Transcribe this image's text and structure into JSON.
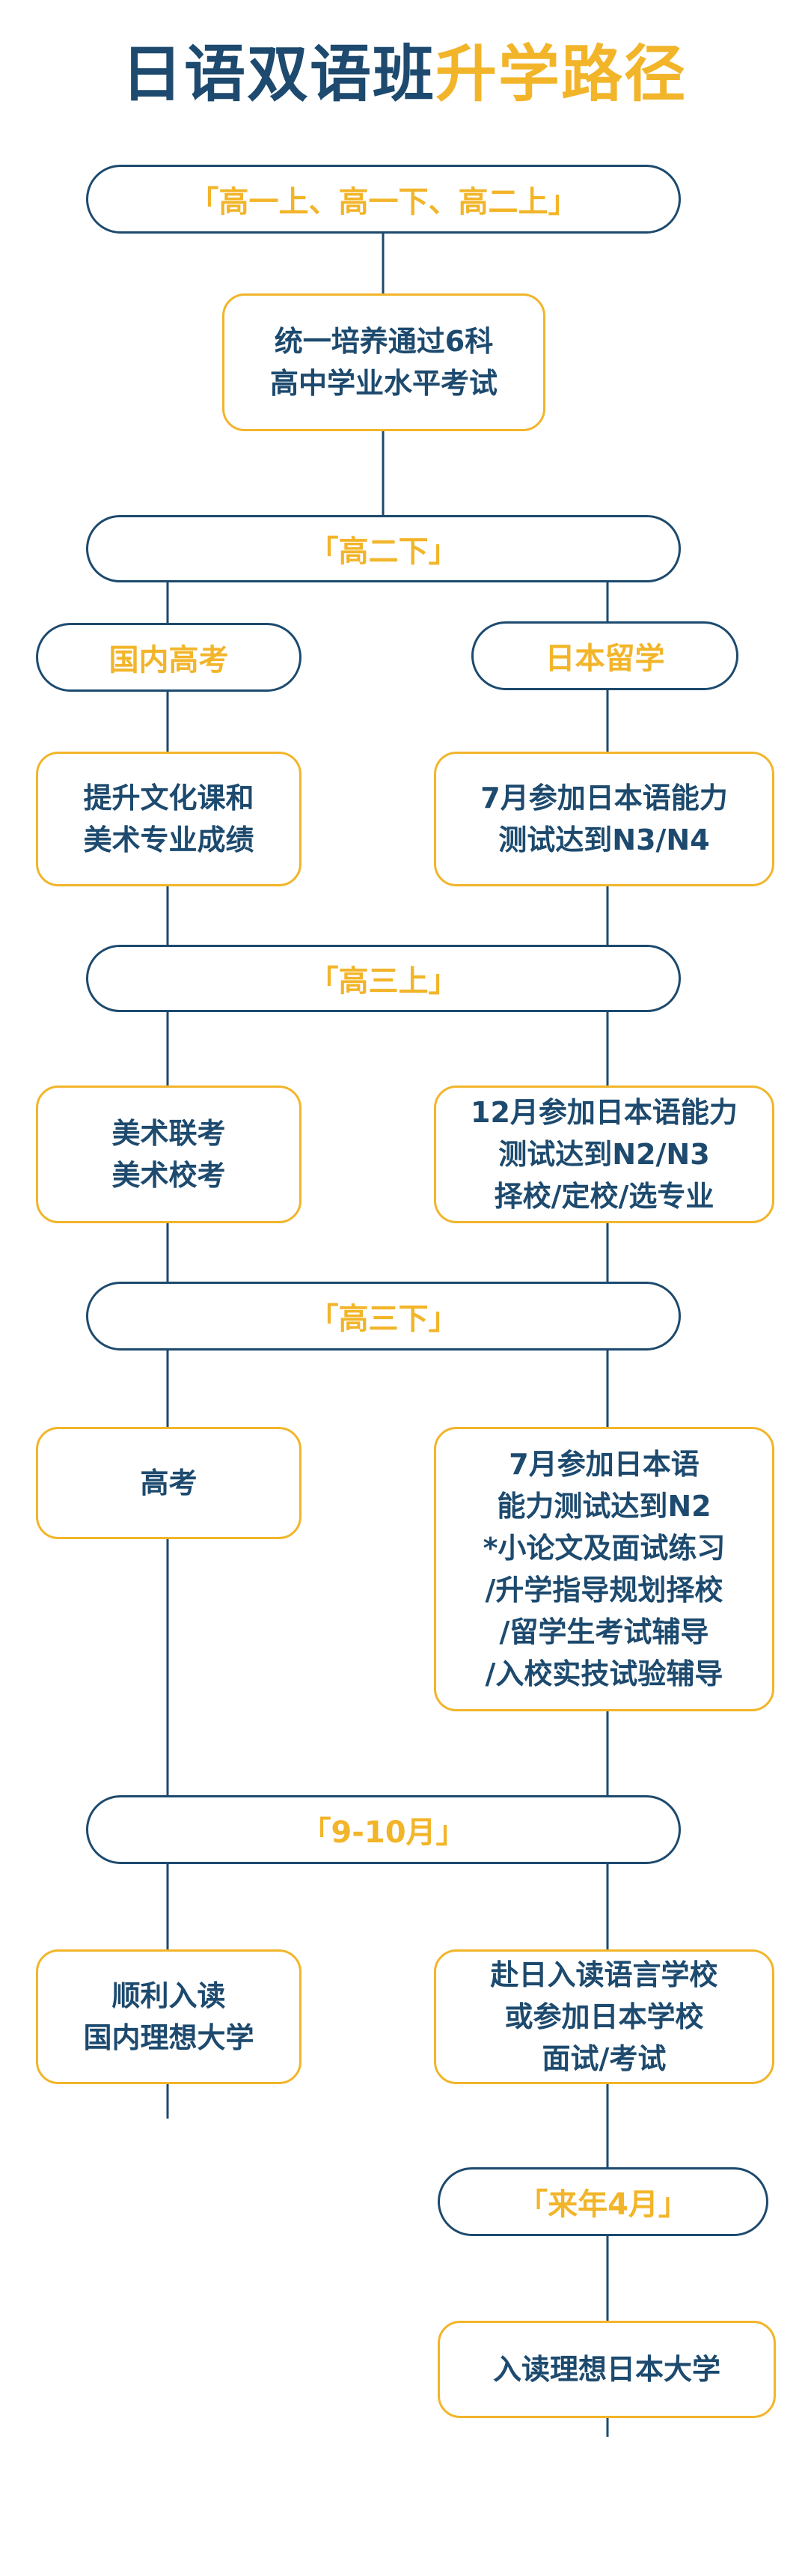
{
  "title": {
    "part1": "日语双语班",
    "part2": "升学路径"
  },
  "stages": {
    "s1": "「高一上、高一下、高二上」",
    "s2": "「高二下」",
    "s3": "「高三上」",
    "s4": "「高三下」",
    "s5": "「9-10月」",
    "s6": "「来年4月」"
  },
  "tracks": {
    "domestic": "国内高考",
    "japan": "日本留学"
  },
  "steps": {
    "common": "统一培养通过6科\n高中学业水平考试",
    "d1": "提升文化课和\n美术专业成绩",
    "j1": "7月参加日本语能力\n测试达到N3/N4",
    "d2": "美术联考\n美术校考",
    "j2": "12月参加日本语能力\n测试达到N2/N3\n择校/定校/选专业",
    "d3": "高考",
    "j3": "7月参加日本语\n能力测试达到N2\n*小论文及面试练习\n/升学指导规划择校\n/留学生考试辅导\n/入校实技试验辅导",
    "d4": "顺利入读\n国内理想大学",
    "j4": "赴日入读语言学校\n或参加日本学校\n面试/考试",
    "j5": "入读理想日本大学"
  },
  "colors": {
    "navy": "#1d4a6e",
    "gold": "#f2b52a"
  }
}
